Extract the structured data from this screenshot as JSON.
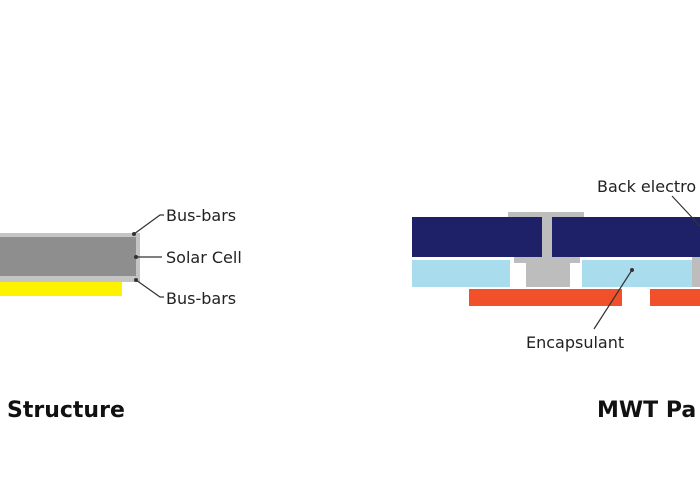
{
  "left_panel": {
    "title": "Structure",
    "labels": {
      "top": "Bus-bars",
      "middle": "Solar Cell",
      "bottom": "Bus-bars"
    },
    "colors": {
      "frame": "#c4c4c4",
      "cell": "#8e8e8e",
      "busbar_bottom": "#fff200"
    }
  },
  "right_panel": {
    "title": "MWT Pa",
    "labels": {
      "back_electrode": "Back electro",
      "encapsulant": "Encapsulant"
    },
    "colors": {
      "cell": "#1f2168",
      "encapsulant": "#a9dced",
      "via": "#bdbdbd",
      "backsheet_foil": "#f0512a"
    }
  }
}
